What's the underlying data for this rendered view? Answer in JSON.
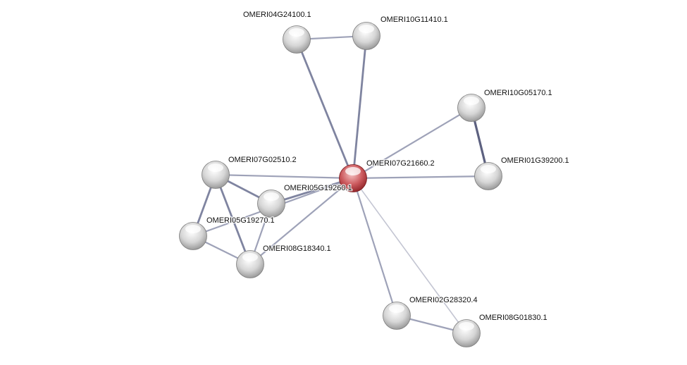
{
  "network": {
    "nodes": [
      {
        "id": "A",
        "label": "OMERI04G24100.1",
        "query": false
      },
      {
        "id": "B",
        "label": "OMERI10G11410.1",
        "query": false
      },
      {
        "id": "C",
        "label": "OMERI10G05170.1",
        "query": false
      },
      {
        "id": "D",
        "label": "OMERI01G39200.1",
        "query": false
      },
      {
        "id": "Q",
        "label": "OMERI07G21660.2",
        "query": true
      },
      {
        "id": "E",
        "label": "OMERI07G02510.2",
        "query": false
      },
      {
        "id": "F",
        "label": "OMERI05G19260.1",
        "query": false
      },
      {
        "id": "G",
        "label": "OMERI05G19270.1",
        "query": false
      },
      {
        "id": "H",
        "label": "OMERI08G18340.1",
        "query": false
      },
      {
        "id": "I",
        "label": "OMERI02G28320.4",
        "query": false
      },
      {
        "id": "J",
        "label": "OMERI08G01830.1",
        "query": false
      }
    ],
    "edges": [
      {
        "from": "A",
        "to": "B",
        "strength": "weak"
      },
      {
        "from": "A",
        "to": "Q",
        "strength": "medium"
      },
      {
        "from": "B",
        "to": "Q",
        "strength": "medium"
      },
      {
        "from": "Q",
        "to": "C",
        "strength": "weak"
      },
      {
        "from": "Q",
        "to": "D",
        "strength": "weak"
      },
      {
        "from": "C",
        "to": "D",
        "strength": "strong"
      },
      {
        "from": "Q",
        "to": "E",
        "strength": "weak"
      },
      {
        "from": "Q",
        "to": "F",
        "strength": "medium"
      },
      {
        "from": "Q",
        "to": "G",
        "strength": "weak"
      },
      {
        "from": "Q",
        "to": "H",
        "strength": "weak"
      },
      {
        "from": "Q",
        "to": "I",
        "strength": "weak"
      },
      {
        "from": "Q",
        "to": "J",
        "strength": "faint"
      },
      {
        "from": "I",
        "to": "J",
        "strength": "weak"
      },
      {
        "from": "E",
        "to": "F",
        "strength": "medium"
      },
      {
        "from": "E",
        "to": "G",
        "strength": "medium"
      },
      {
        "from": "E",
        "to": "H",
        "strength": "medium"
      },
      {
        "from": "F",
        "to": "H",
        "strength": "weak"
      },
      {
        "from": "G",
        "to": "H",
        "strength": "weak"
      }
    ],
    "colors": {
      "query": "#c0484c",
      "node": "#d0d0d0",
      "edge": "#8a8fa6"
    }
  }
}
